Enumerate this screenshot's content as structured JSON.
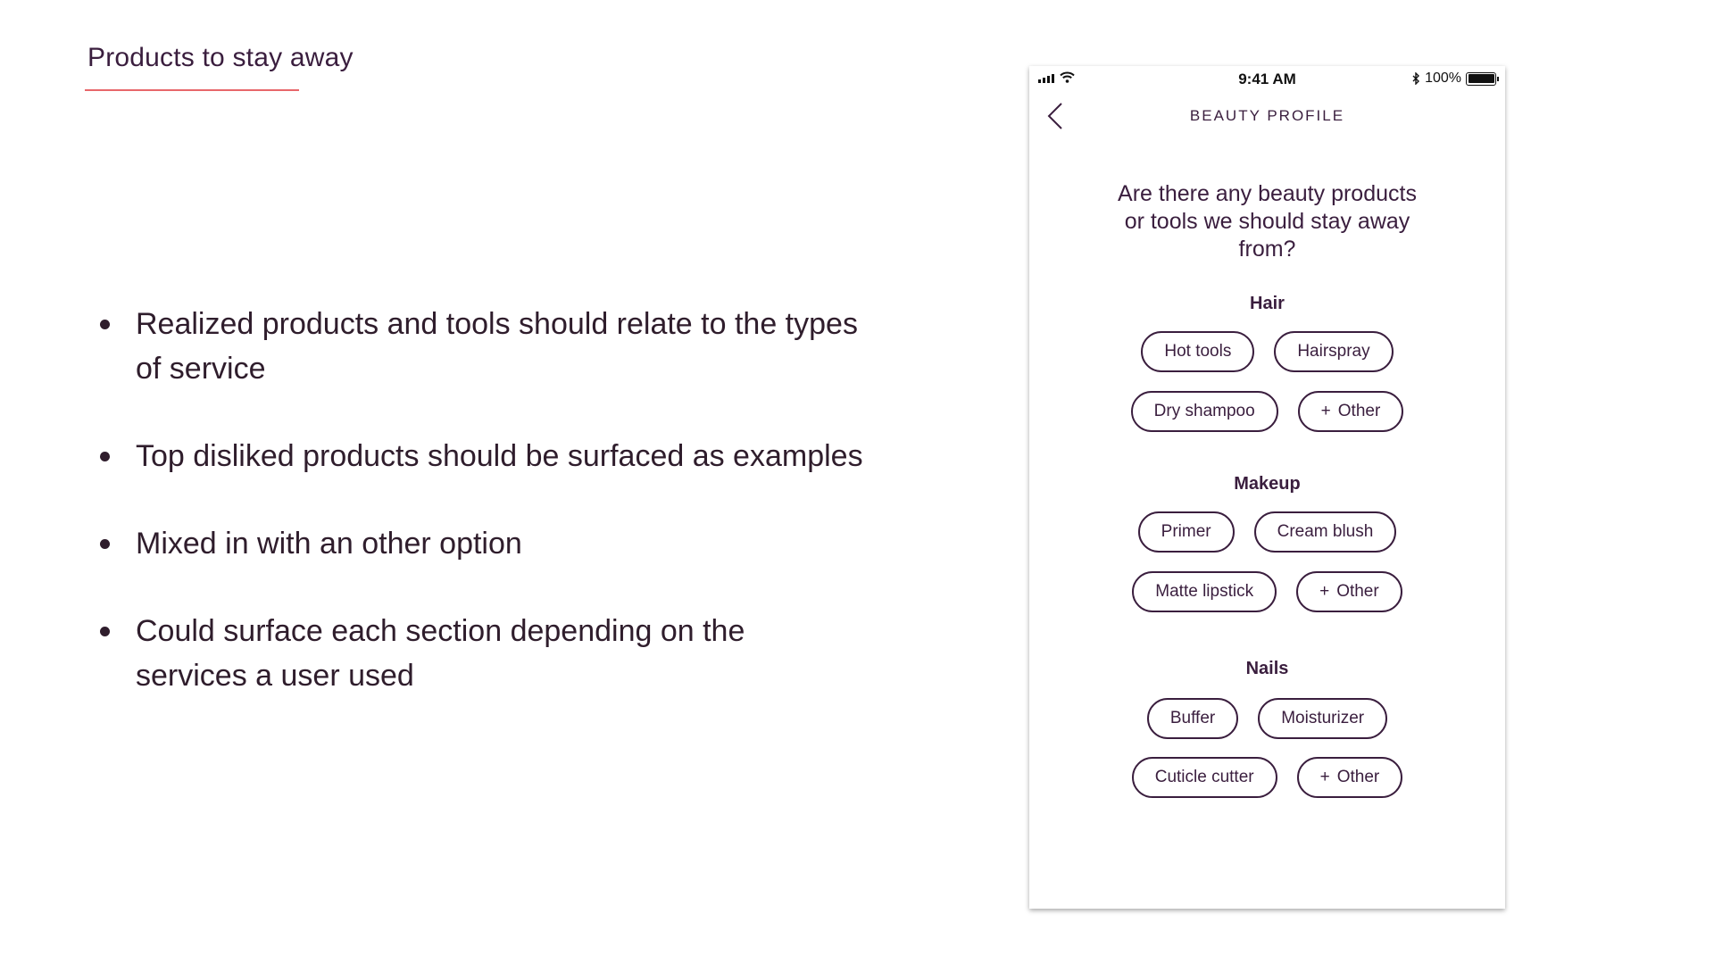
{
  "slide": {
    "title": "Products to stay away",
    "accent_color": "#e8676b",
    "bullets": [
      "Realized products and tools should relate to the types of service",
      "Top disliked products should be surfaced as examples",
      "Mixed in with an other option",
      "Could surface each section depending on the services a user used"
    ]
  },
  "phone": {
    "status": {
      "time": "9:41 AM",
      "battery": "100%",
      "icons": [
        "signal-icon",
        "wifi-icon",
        "bluetooth-icon",
        "battery-icon"
      ]
    },
    "nav": {
      "title": "BEAUTY PROFILE",
      "back_icon": "chevron-left-icon"
    },
    "question": "Are there any beauty products or tools we should stay away from?",
    "sections": [
      {
        "label": "Hair",
        "rows": [
          [
            "Hot tools",
            "Hairspray"
          ],
          [
            "Dry shampoo",
            "Other"
          ]
        ]
      },
      {
        "label": "Makeup",
        "rows": [
          [
            "Primer",
            "Cream blush"
          ],
          [
            "Matte lipstick",
            "Other"
          ]
        ]
      },
      {
        "label": "Nails",
        "rows": [
          [
            "Buffer",
            "Moisturizer"
          ],
          [
            "Cuticle cutter",
            "Other"
          ]
        ]
      }
    ],
    "other_prefix": "+",
    "text_color": "#3a1e3e"
  }
}
